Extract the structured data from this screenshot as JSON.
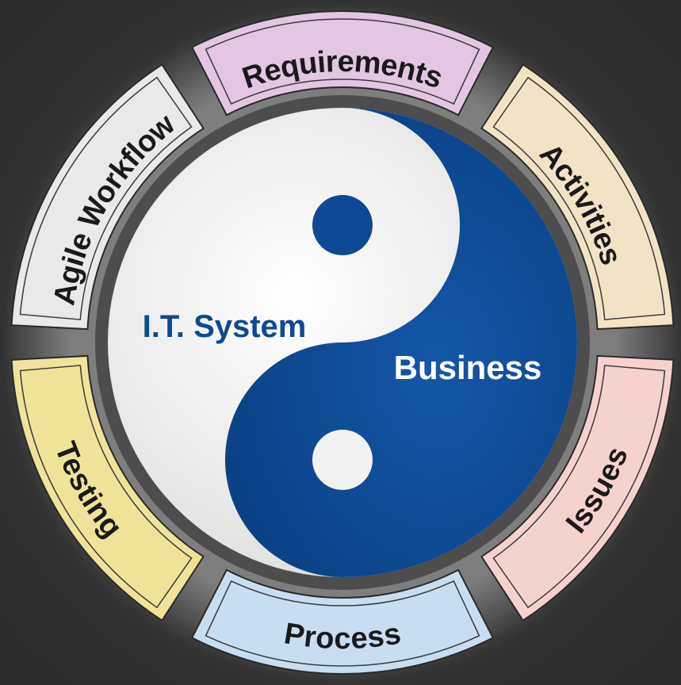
{
  "center": {
    "left_label": "I.T. System",
    "right_label": "Business"
  },
  "segments": [
    {
      "label": "Requirements",
      "fill": "#e2c6e2"
    },
    {
      "label": "Activities",
      "fill": "#f2e3c4"
    },
    {
      "label": "Issues",
      "fill": "#f6d2cf"
    },
    {
      "label": "Process",
      "fill": "#c9ddf1"
    },
    {
      "label": "Testing",
      "fill": "#efe39a"
    },
    {
      "label": "Agile Workflow",
      "fill": "#e9e9e9"
    }
  ],
  "colors": {
    "background": "#3a3a3a",
    "yin_blue": "#0d4a93",
    "yin_white": "#f2f2f2",
    "segment_text": "#1a1a1a",
    "left_label": "#0d4a93",
    "right_label": "#ffffff"
  }
}
